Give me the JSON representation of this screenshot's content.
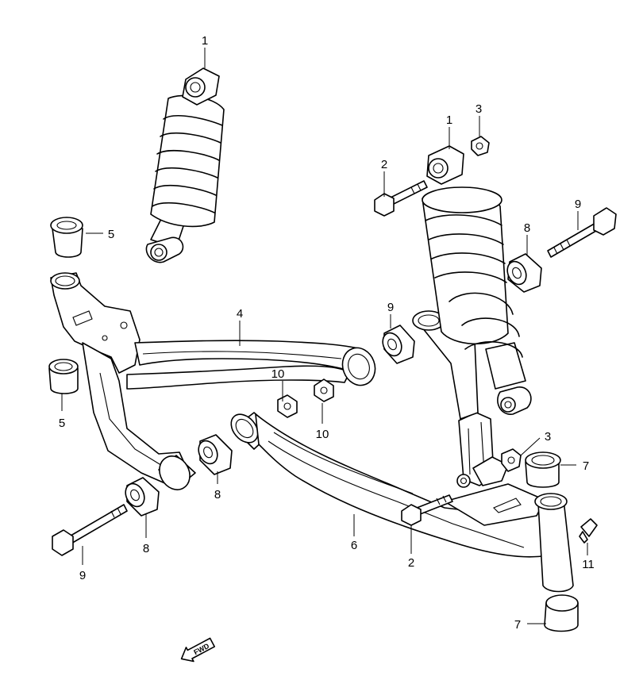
{
  "diagram": {
    "callouts": {
      "shock_left": "1",
      "shock_right": "1",
      "nut_top": "3",
      "nut_right": "3",
      "bolt_top": "2",
      "bolt_lower": "2",
      "arm_upper": "4",
      "bushing_5_top": "5",
      "bushing_5_left": "5",
      "arm_lower": "6",
      "bushing_7_upper": "7",
      "bushing_7_lower": "7",
      "bushing_8_right": "8",
      "bushing_8_middle": "8",
      "bushing_8_left": "8",
      "bolt_9_right": "9",
      "bushing_9_center": "9",
      "bolt_9_left": "9",
      "nut_10_left": "10",
      "nut_10_right": "10",
      "grease_nipple": "11"
    },
    "fwd_arrow": {
      "label": "FWD"
    }
  }
}
